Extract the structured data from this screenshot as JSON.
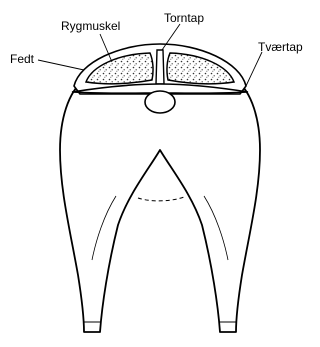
{
  "labels": {
    "fat": "Fedt",
    "back_muscle": "Rygmuskel",
    "spinous_process": "Torntap",
    "transverse_process": "Tværtap"
  }
}
